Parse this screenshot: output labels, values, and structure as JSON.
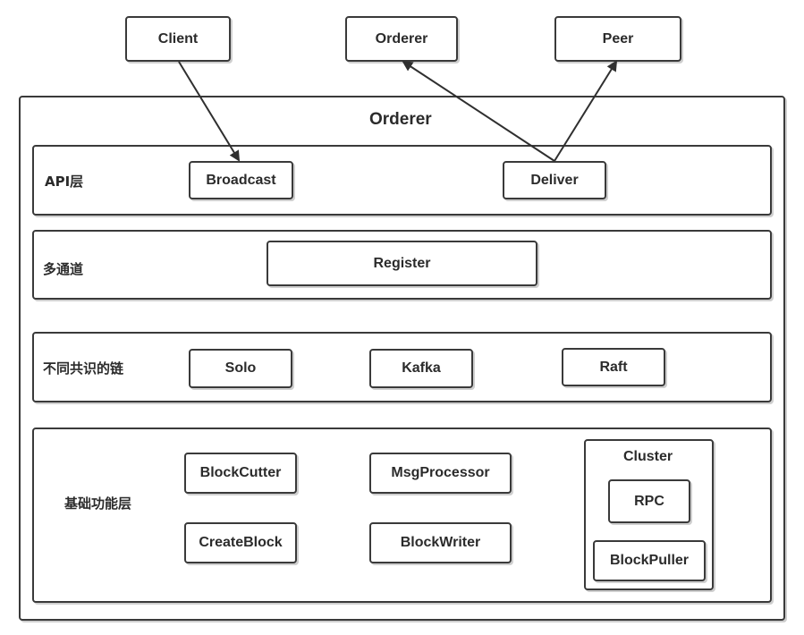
{
  "external": {
    "client": "Client",
    "orderer": "Orderer",
    "peer": "Peer"
  },
  "orderer_frame": {
    "title": "Orderer"
  },
  "api_layer": {
    "label": "API层",
    "broadcast": "Broadcast",
    "deliver": "Deliver"
  },
  "multichannel_layer": {
    "label": "多通道",
    "register": "Register"
  },
  "consensus_layer": {
    "label": "不同共识的链",
    "solo": "Solo",
    "kafka": "Kafka",
    "raft": "Raft"
  },
  "base_layer": {
    "label": "基础功能层",
    "block_cutter": "BlockCutter",
    "msg_processor": "MsgProcessor",
    "create_block": "CreateBlock",
    "block_writer": "BlockWriter",
    "cluster": {
      "title": "Cluster",
      "rpc": "RPC",
      "block_puller": "BlockPuller"
    }
  }
}
